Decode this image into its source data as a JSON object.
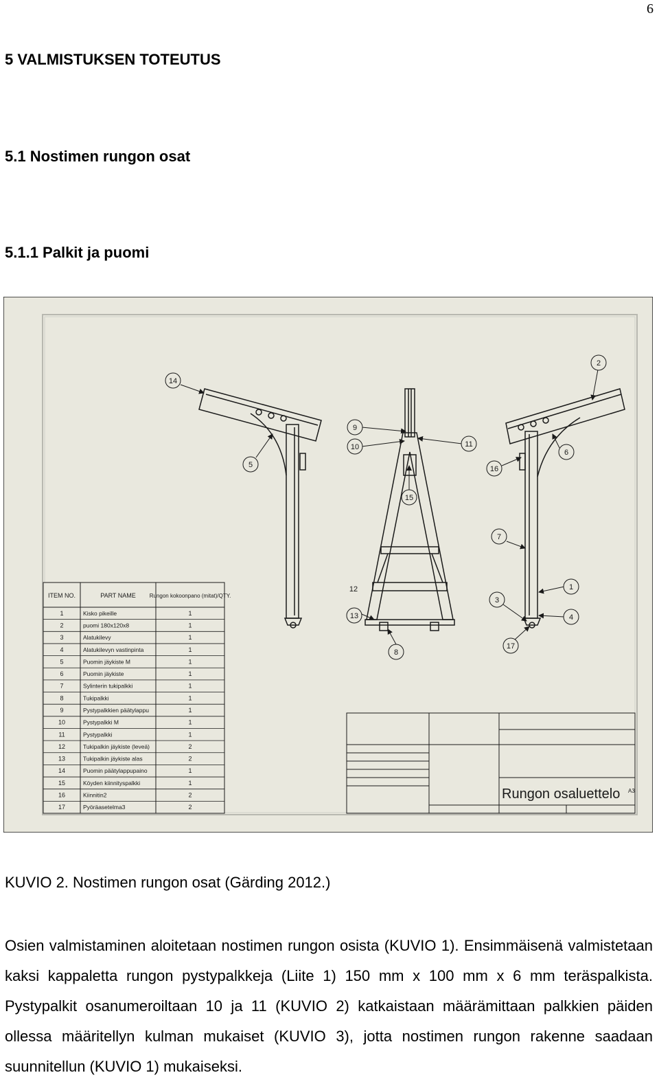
{
  "page_number": "6",
  "heading1": "5  VALMISTUKSEN TOTEUTUS",
  "heading2": "5.1  Nostimen rungon osat",
  "heading3": "5.1.1  Palkit ja puomi",
  "drawing": {
    "title": "Rungon osaluettelo",
    "sheet_size": "A3",
    "bom_headers": [
      "ITEM NO.",
      "PART NAME",
      "Rungon kokoonpano (mitat)/QTY."
    ],
    "bom_rows": [
      {
        "no": "1",
        "name": "Kisko pikeille",
        "qty": "1"
      },
      {
        "no": "2",
        "name": "puomi 180x120x8",
        "qty": "1"
      },
      {
        "no": "3",
        "name": "Alatukilevy",
        "qty": "1"
      },
      {
        "no": "4",
        "name": "Alatukilevyn vastinpinta",
        "qty": "1"
      },
      {
        "no": "5",
        "name": "Puomin jäykiste M",
        "qty": "1"
      },
      {
        "no": "6",
        "name": "Puomin jäykiste",
        "qty": "1"
      },
      {
        "no": "7",
        "name": "Sylinterin tukipalkki",
        "qty": "1"
      },
      {
        "no": "8",
        "name": "Tukipalkki",
        "qty": "1"
      },
      {
        "no": "9",
        "name": "Pystypalkkien päätylappu",
        "qty": "1"
      },
      {
        "no": "10",
        "name": "Pystypalkki M",
        "qty": "1"
      },
      {
        "no": "11",
        "name": "Pystypalkki",
        "qty": "1"
      },
      {
        "no": "12",
        "name": "Tukipalkin jäykiste (leveä)",
        "qty": "2"
      },
      {
        "no": "13",
        "name": "Tukipalkin jäykiste alas",
        "qty": "2"
      },
      {
        "no": "14",
        "name": "Puomin päätylappupaino",
        "qty": "1"
      },
      {
        "no": "15",
        "name": "Köyden kiinnityspalkki",
        "qty": "1"
      },
      {
        "no": "16",
        "name": "Kiinnitin2",
        "qty": "2"
      },
      {
        "no": "17",
        "name": "Pyöräasetelma3",
        "qty": "2"
      }
    ],
    "callouts": [
      "14",
      "5",
      "9",
      "10",
      "11",
      "15",
      "2",
      "6",
      "16",
      "7",
      "1",
      "3",
      "4",
      "17",
      "12",
      "13",
      "8"
    ]
  },
  "caption": "KUVIO 2. Nostimen rungon osat (Gärding 2012.)",
  "paragraph": "Osien valmistaminen aloitetaan nostimen rungon osista (KUVIO 1). Ensimmäisenä valmistetaan kaksi kappaletta rungon pystypalkkeja (Liite 1) 150 mm x 100 mm x 6 mm teräspalkista. Pystypalkit osanumeroiltaan 10 ja 11 (KUVIO 2) katkaistaan määrämittaan palkkien päiden ollessa määritellyn kulman mukaiset (KUVIO 3), jotta nostimen rungon rakenne saadaan suunnitellun (KUVIO 1) mukaiseksi.",
  "colors": {
    "drawing_bg": "#e9e8de",
    "line": "#1a1a1a"
  }
}
